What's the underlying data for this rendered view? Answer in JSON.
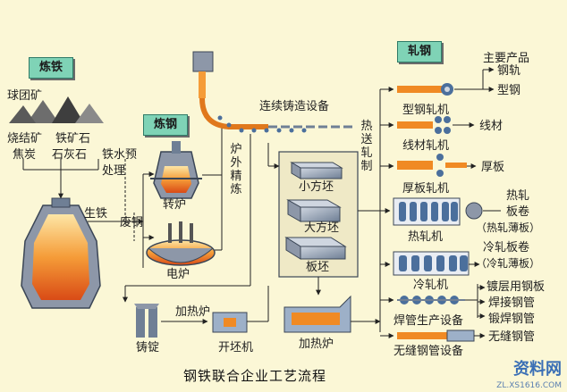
{
  "sections": {
    "iron": "炼铁",
    "steel": "炼钢",
    "rolling": "轧钢"
  },
  "raw_materials": {
    "pellet": "球团矿",
    "sinter": "烧结矿",
    "iron_ore": "铁矿石",
    "coke": "焦炭",
    "limestone": "石灰石"
  },
  "iron_flow": {
    "pretreat_1": "铁水预",
    "pretreat_2": "处理",
    "pig_iron": "生铁",
    "scrap": "废钢",
    "converter": "转炉",
    "electric_furnace": "电炉",
    "refining": "炉外精炼"
  },
  "casting": {
    "continuous_casting": "连续铸造设备",
    "hot_charging": "热送轧制",
    "billet": "小方坯",
    "bloom": "大方坯",
    "slab": "板坯",
    "reheat_furnace": "加热炉",
    "ingot": "铸锭",
    "soaking_furnace": "加热炉",
    "blooming_mill": "开坯机"
  },
  "rolling": {
    "main_products": "主要产品",
    "section_mill": "型钢轧机",
    "wire_mill": "线材轧机",
    "plate_mill": "厚板轧机",
    "hot_mill": "热轧机",
    "cold_mill": "冷轧机",
    "pipe_weld": "焊管生产设备",
    "seamless": "无缝钢管设备"
  },
  "products": {
    "rail": "钢轨",
    "shape": "型钢",
    "wire": "线材",
    "plate": "厚板",
    "hot_coil_1": "热轧",
    "hot_coil_2": "板卷",
    "hot_coil_3": "（热轧薄板）",
    "cold_coil_1": "冷轧板卷",
    "cold_coil_2": "（冷轧薄板）",
    "coated": "镀层用钢板",
    "welded_pipe": "焊接钢管",
    "forge_weld_pipe": "锻焊钢管",
    "seamless_pipe": "无缝钢管"
  },
  "title": "钢铁联合企业工艺流程",
  "watermark": {
    "brand": "资料网",
    "url": "ZL.XS1616.COM"
  },
  "colors": {
    "background": "#fbf7d6",
    "tag": "#7fd3b6",
    "steel": "#7f8fa6",
    "molten": "#f08a24",
    "line": "#222222",
    "roller": "#4b6f9c"
  }
}
